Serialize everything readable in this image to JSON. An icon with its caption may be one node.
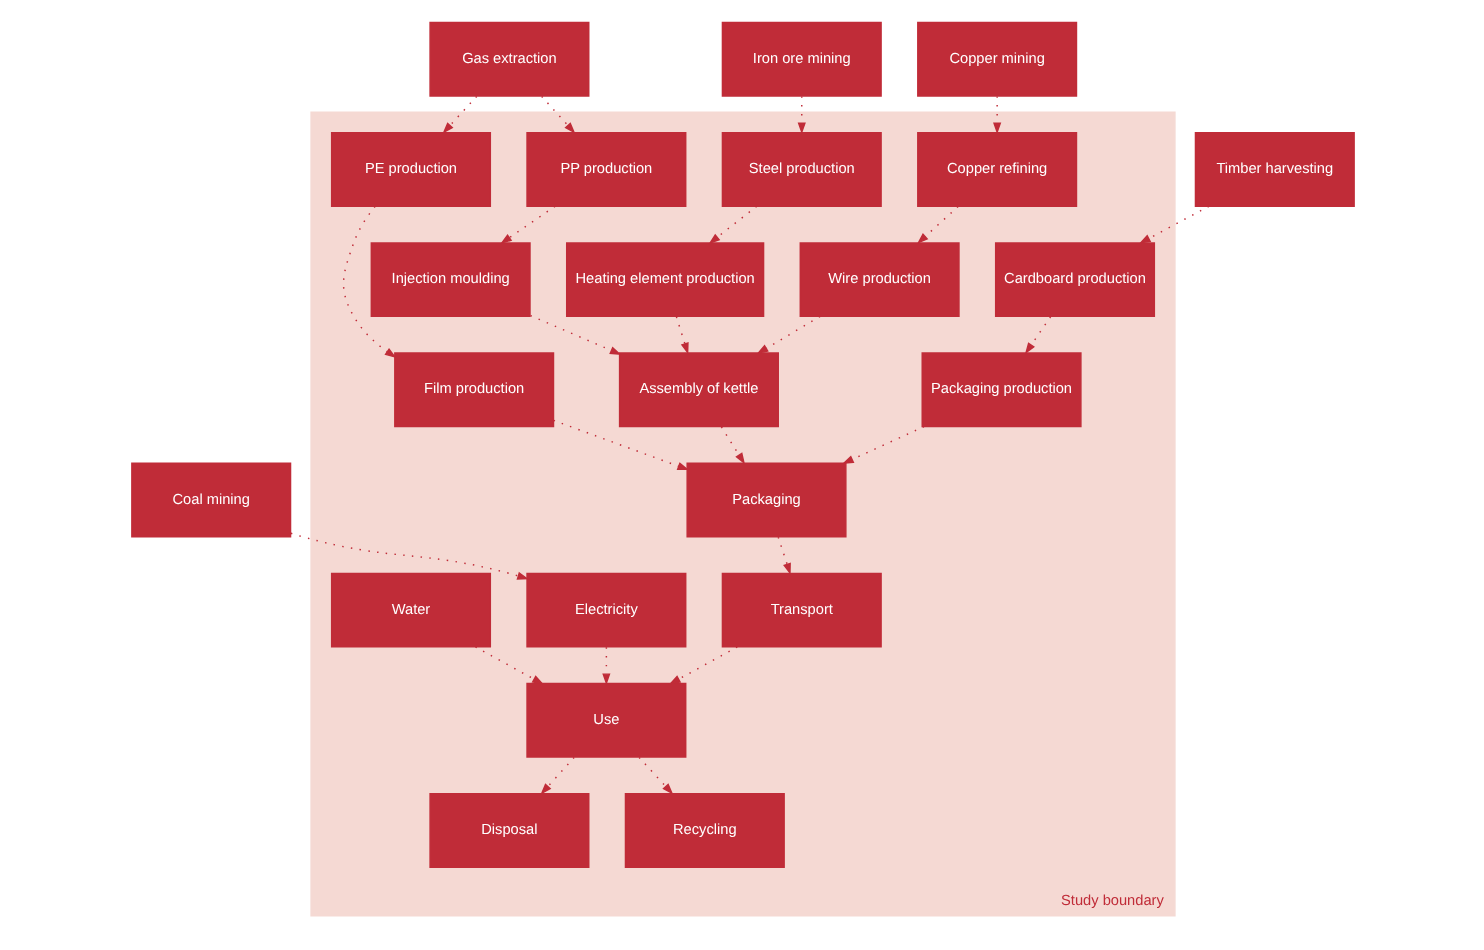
{
  "diagram": {
    "nodes": [
      {
        "text": [
          "Study boundary"
        ]
      },
      {
        "text": [
          "Gas extraction"
        ]
      },
      {
        "text": [
          "Iron ore mining"
        ]
      },
      {
        "text": [
          "Copper mining"
        ]
      },
      {
        "text": [
          "Timber harvesting"
        ]
      },
      {
        "text": [
          "PE production"
        ],
        "in": 0
      },
      {
        "text": [
          "PP production"
        ],
        "in": 0
      },
      {
        "text": [
          "Steel production"
        ],
        "in": 0
      },
      {
        "text": [
          "Copper refining"
        ],
        "in": 0
      },
      {
        "text": [
          "Cardboard production"
        ],
        "in": 0
      },
      {
        "text": [
          "Film production"
        ],
        "in": 0
      },
      {
        "text": [
          "Injection moulding"
        ],
        "in": 0
      },
      {
        "text": [
          "Heating element production"
        ],
        "in": 0
      },
      {
        "text": [
          "Wire production"
        ],
        "in": 0
      },
      {
        "text": [
          "Packaging production"
        ],
        "in": 0
      },
      {
        "text": [
          "Assembly of kettle"
        ],
        "in": 0
      },
      {
        "text": [
          "Packaging"
        ],
        "in": 0
      },
      {
        "text": [
          "Transport"
        ],
        "in": 0
      },
      {
        "text": [
          "Electricity"
        ],
        "in": 0
      },
      {
        "text": [
          "Use"
        ],
        "in": 0
      },
      {
        "text": [
          "Water"
        ],
        "in": 0
      },
      {
        "text": [
          "Disposal"
        ],
        "in": 0
      },
      {
        "text": [
          "Recycling"
        ],
        "in": 0
      },
      {
        "text": [
          "Coal mining"
        ]
      }
    ],
    "edges": [
      {
        "from": 1,
        "to": 5,
        "arrow": "to"
      },
      {
        "from": 1,
        "to": 6,
        "arrow": "to"
      },
      {
        "from": 2,
        "to": 7,
        "arrow": "to"
      },
      {
        "from": 3,
        "to": 8,
        "arrow": "to"
      },
      {
        "from": 4,
        "to": 9,
        "arrow": "to"
      },
      {
        "from": 5,
        "to": 10,
        "arrow": "to"
      },
      {
        "from": 6,
        "to": 11,
        "arrow": "to"
      },
      {
        "from": 7,
        "to": 12,
        "arrow": "to"
      },
      {
        "from": 8,
        "to": 13,
        "arrow": "to"
      },
      {
        "from": 9,
        "to": 14,
        "arrow": "to"
      },
      {
        "from": 11,
        "to": 15,
        "arrow": "to"
      },
      {
        "from": 12,
        "to": 15,
        "arrow": "to"
      },
      {
        "from": 13,
        "to": 15,
        "arrow": "to"
      },
      {
        "from": 15,
        "to": 16,
        "arrow": "to"
      },
      {
        "from": 10,
        "to": 16,
        "arrow": "to"
      },
      {
        "from": 14,
        "to": 16,
        "arrow": "to"
      },
      {
        "from": 16,
        "to": 17,
        "arrow": "to"
      },
      {
        "from": 17,
        "to": 19,
        "arrow": "to"
      },
      {
        "from": 23,
        "to": 18,
        "arrow": "to"
      },
      {
        "from": 18,
        "to": 19,
        "arrow": "to"
      },
      {
        "from": 20,
        "to": 19,
        "arrow": "to"
      },
      {
        "from": 19,
        "to": 21,
        "arrow": "to"
      },
      {
        "from": 19,
        "to": 22,
        "arrow": "to"
      }
    ]
  }
}
